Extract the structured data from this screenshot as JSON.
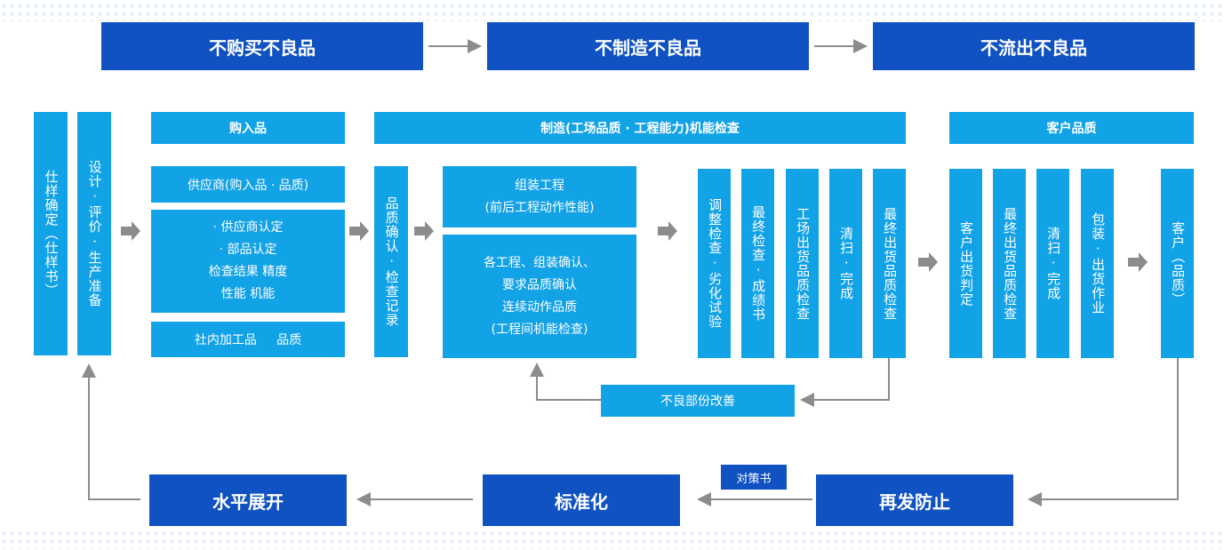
{
  "top": [
    "不购买不良品",
    "不制造不良品",
    "不流出不良品"
  ],
  "spec": "仕样确定（仕样书）",
  "design": "设计·评价·生产准备",
  "purchase": {
    "header": "购入品",
    "supplier": "供应商(购入品 · 品质)",
    "items": [
      "· 供应商认定",
      "· 部品认定",
      "检查结果 精度",
      "性能  机能"
    ],
    "inhouse": "社内加工品     品质"
  },
  "mfg": {
    "header": "制造(工场品质 · 工程能力)机能检查",
    "quality_confirm": "品质确认·检查记录",
    "assembly": [
      "组装工程",
      "(前后工程动作性能)"
    ],
    "process": [
      "各工程、组装确认、",
      "要求品质确认",
      "连续动作品质",
      "(工程间机能检查)"
    ],
    "checks": [
      "调整检查·劣化试验",
      "最终检查·成绩书",
      "工场出货品质检查",
      "清扫·完成",
      "最终出货品质检查"
    ],
    "improve": "不良部份改善"
  },
  "customer": {
    "header": "客户品质",
    "checks": [
      "客户出货判定",
      "最终出货品质检查",
      "清扫·完成",
      "包装·出货作业"
    ],
    "end": "客户（品质）"
  },
  "bottom": [
    "水平展开",
    "标准化",
    "再发防止"
  ],
  "countermeasure": "对策书",
  "colors": {
    "dark": "#1052c2",
    "light": "#12a2e6",
    "arrow": "#8c8c8c"
  }
}
